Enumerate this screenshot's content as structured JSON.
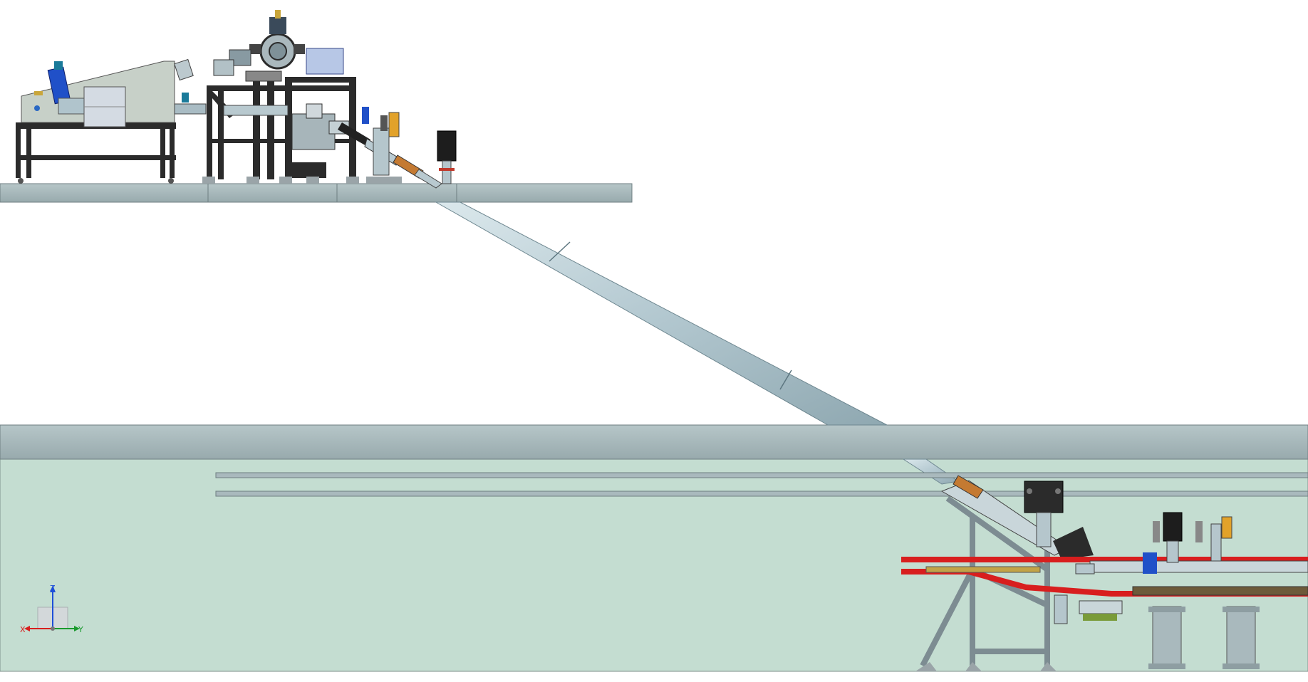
{
  "viewport": {
    "background": "#ffffff",
    "lower_area_color": "#c4ddd1",
    "slab_color": "#a7b8ba",
    "beamline_color": "#d81e1e",
    "pipe_color": "#b9ccd3"
  },
  "triad": {
    "z_label": "Z",
    "x_label": "X",
    "y_label": "Y",
    "z_color": "#1e4fd8",
    "x_color": "#d81e1e",
    "y_color": "#1a9a2e"
  }
}
